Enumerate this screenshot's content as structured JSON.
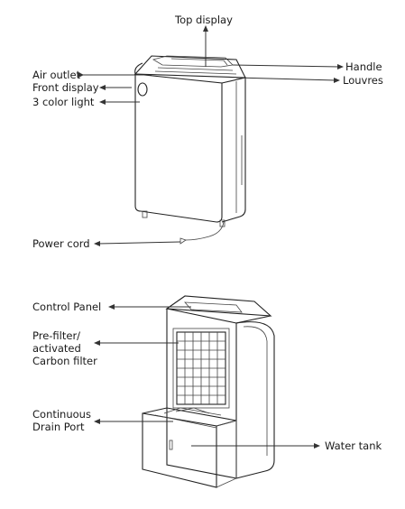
{
  "labels": {
    "top_display": "Top display",
    "air_outlet": "Air outlet",
    "front_display": "Front display",
    "color_light": "3 color light",
    "handle": "Handle",
    "louvres": "Louvres",
    "power_cord": "Power cord",
    "control_panel": "Control Panel",
    "prefilter_line1": "Pre-filter/",
    "prefilter_line2": "activated",
    "prefilter_line3": "Carbon filter",
    "drain_line1": "Continuous",
    "drain_line2": "Drain Port",
    "water_tank": "Water tank"
  }
}
